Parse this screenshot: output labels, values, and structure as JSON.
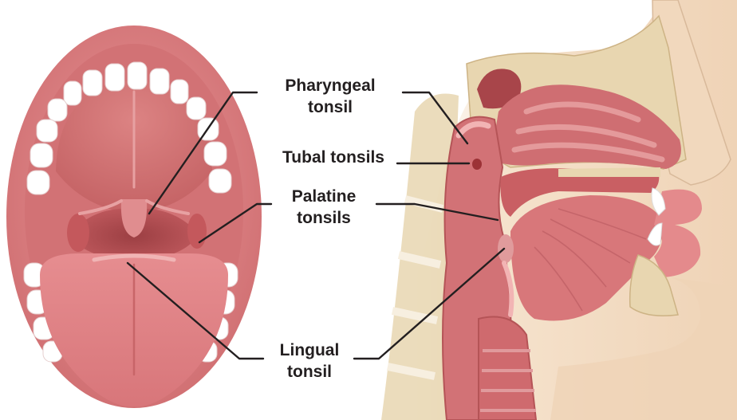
{
  "labels": {
    "pharyngeal": {
      "line1": "Pharyngeal",
      "line2": "tonsil"
    },
    "tubal": {
      "line1": "Tubal tonsils"
    },
    "palatine": {
      "line1": "Palatine",
      "line2": "tonsils"
    },
    "lingual": {
      "line1": "Lingual",
      "line2": "tonsil"
    }
  },
  "colors": {
    "mucosa": "#d9777a",
    "mucosa_dark": "#b9504f",
    "lip": "#e48a8c",
    "teeth": "#ffffff",
    "bone": "#e8d6b0",
    "skin": "#f1d8bd",
    "leader_line": "#231f20"
  }
}
